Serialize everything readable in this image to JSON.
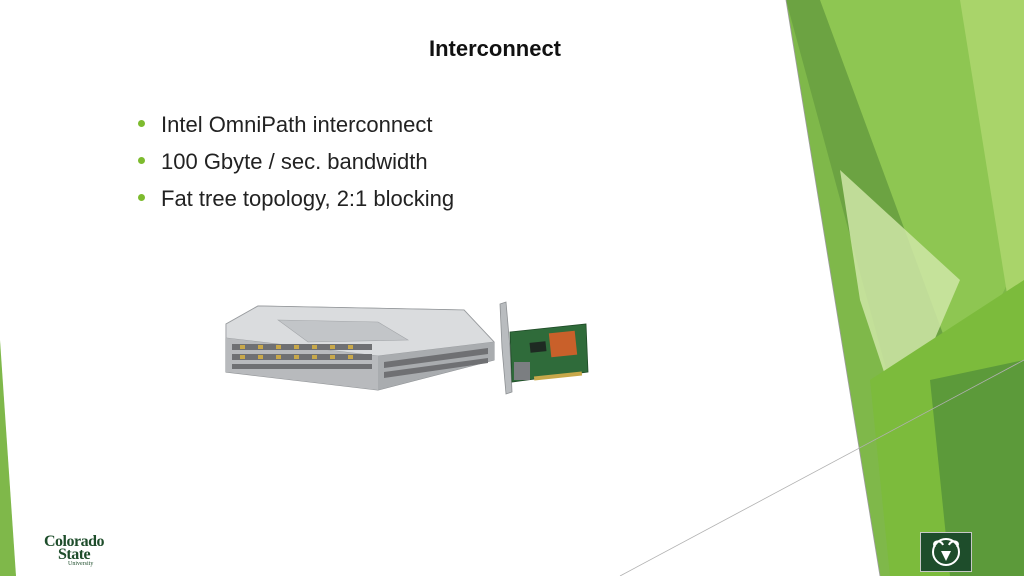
{
  "slide": {
    "title": "Interconnect",
    "bullets": [
      "Intel OmniPath interconnect",
      "100 Gbyte / sec. bandwidth",
      "Fat tree topology, 2:1 blocking"
    ]
  },
  "logo": {
    "line1": "Colorado",
    "line2": "State",
    "line3": "University"
  },
  "colors": {
    "bullet": "#7dbb2e",
    "green_light": "#a9d46a",
    "green_mid": "#7fb84a",
    "green_dark": "#5c9a3a",
    "csu_green": "#1e4d2b"
  },
  "icons": {
    "switch": "network-switch-image",
    "card": "adapter-card-image",
    "ram_logo": "ram-logo-icon"
  }
}
